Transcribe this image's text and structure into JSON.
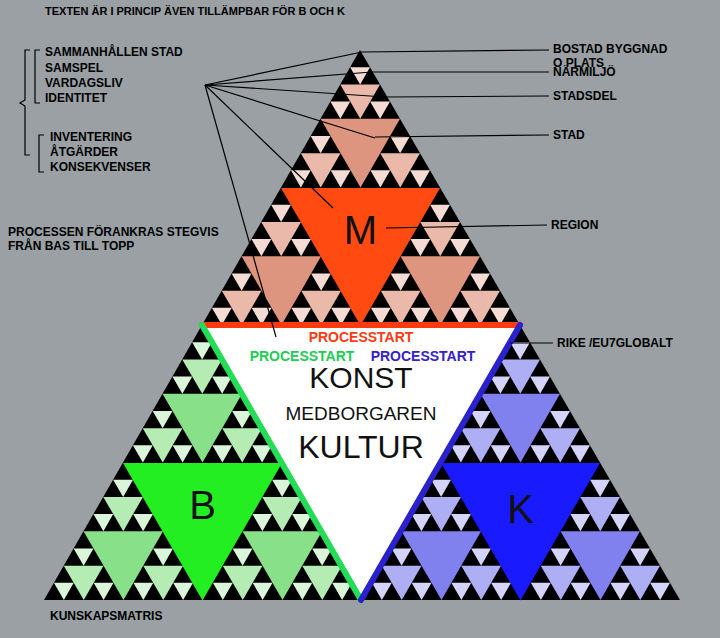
{
  "diagram": {
    "title": "TEXTEN ÄR I PRINCIP ÄVEN TILLÄMPBAR FÖR B OCH K",
    "caption": "KUNSKAPSMATRIS",
    "nodes": [
      {
        "text": [
          "M"
        ]
      },
      {
        "text": [
          "PROCESSTART",
          "PROCESSTART",
          "PROCESSTART",
          "KONST",
          "MEDBORGAREN",
          "KULTUR"
        ]
      },
      {
        "text": [
          "B"
        ]
      },
      {
        "text": [
          "K"
        ]
      }
    ],
    "labels": [
      "SAMMANHÅLLEN STAD",
      "SAMSPEL",
      "VARDAGSLIV",
      "IDENTITET",
      "INVENTERING",
      "ÅTGÄRDER",
      "KONSEKVENSER",
      "PROCESSEN FÖRANKRAS STEGVIS FRÅN BAS TILL TOPP",
      "BOSTAD BYGGNAD O PLATS",
      "NÄRMILJÖ",
      "STADSDEL",
      "STAD",
      "REGION",
      "RIKE /EU7GLOBALT"
    ]
  }
}
